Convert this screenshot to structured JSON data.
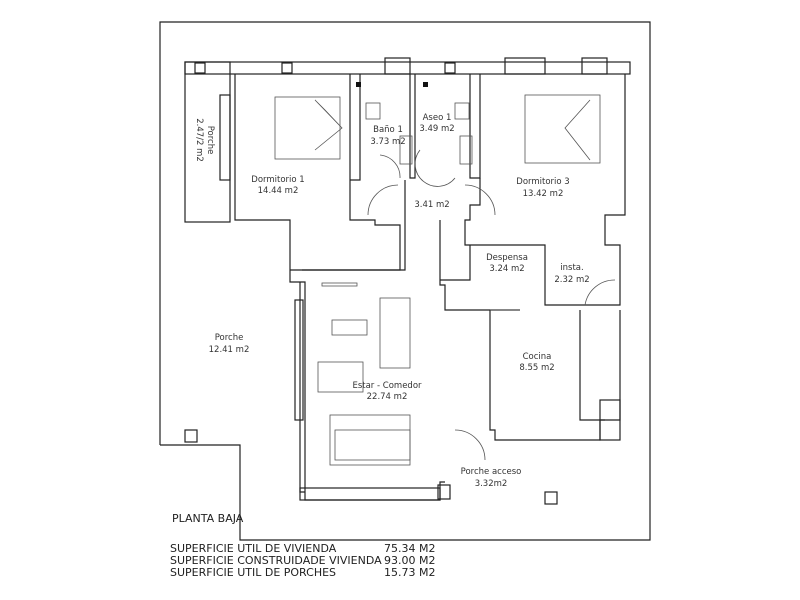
{
  "plan": {
    "title": "PLANTA BAJA",
    "rooms": {
      "porche_side": {
        "name": "Porche",
        "area": "2.47/2 m2"
      },
      "dormitorio1": {
        "name": "Dormitorio 1",
        "area": "14.44 m2"
      },
      "bano1": {
        "name": "Baño 1",
        "area": "3.73 m2"
      },
      "aseo1": {
        "name": "Aseo 1",
        "area": "3.49 m2"
      },
      "hall": {
        "area": "3.41 m2"
      },
      "dormitorio3": {
        "name": "Dormitorio 3",
        "area": "13.42 m2"
      },
      "despensa": {
        "name": "Despensa",
        "area": "3.24 m2"
      },
      "insta": {
        "name": "insta.",
        "area": "2.32 m2"
      },
      "porche": {
        "name": "Porche",
        "area": "12.41 m2"
      },
      "cocina": {
        "name": "Cocina",
        "area": "8.55 m2"
      },
      "estar": {
        "name": "Estar - Comedor",
        "area": "22.74 m2"
      },
      "porche_acceso": {
        "name": "Porche acceso",
        "area": "3.32m2"
      }
    }
  },
  "summary": [
    {
      "label": "SUPERFICIE UTIL  DE  VIVIENDA",
      "value": "75.34 M2"
    },
    {
      "label": "SUPERFICIE CONSTRUIDADE  VIVIENDA",
      "value": "93.00 M2"
    },
    {
      "label": "SUPERFICIE UTIL  DE  PORCHES",
      "value": "15.73 M2"
    }
  ]
}
